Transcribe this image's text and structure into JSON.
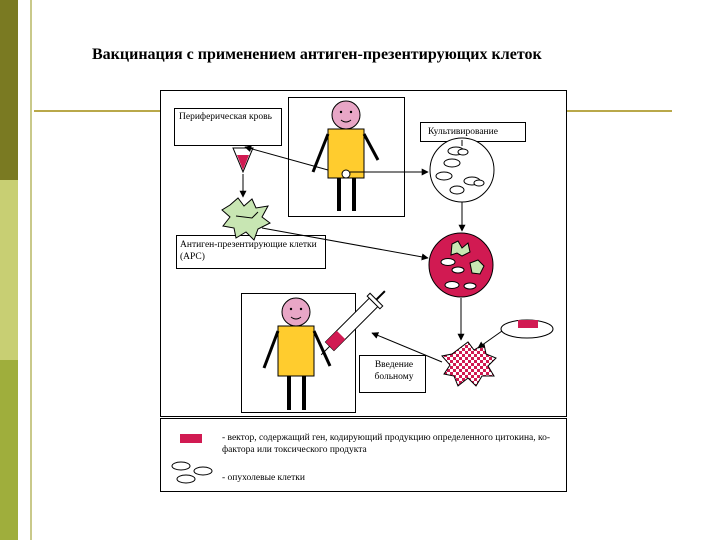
{
  "title": "Вакцинация с применением антиген-презентирующих клеток",
  "labels": {
    "blood": "Периферическая кровь",
    "culture": "Культивирование",
    "apc": "Антиген-презентирующие клетки (АРС)",
    "injection": "Введение больному"
  },
  "legend": {
    "vector": "- вектор, содержащий ген, кодирующий продукцию определенного цитокина, ко-фактора или токсического продукта",
    "tumor": "- опухолевые клетки"
  },
  "colors": {
    "skin": "#ffcc2e",
    "face": "#e8a6c6",
    "crimson": "#d11a52",
    "apc_green": "#c8e6b3",
    "accent_bar_dark": "#7a7a22",
    "accent_bar_light": "#c8cf73"
  }
}
